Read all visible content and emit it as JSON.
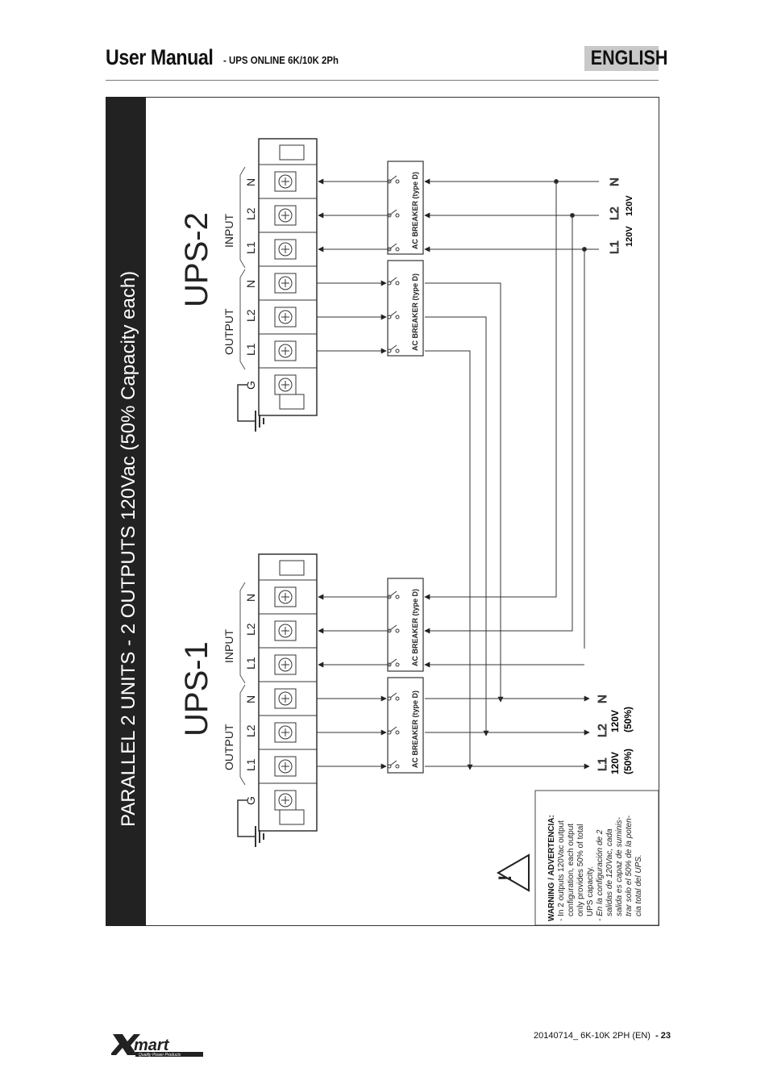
{
  "header": {
    "title": "User Manual",
    "subtitle": "-  UPS ONLINE 6K/10K 2Ph",
    "language": "ENGLISH"
  },
  "diagram": {
    "title": "PARALLEL 2 UNITS - 2 OUTPUTS 120Vac (50% Capacity each)",
    "ups1_label": "UPS-1",
    "ups2_label": "UPS-2",
    "output_group": "OUTPUT",
    "input_group": "INPUT",
    "terminal_g": "G",
    "terminal_l1": "L1",
    "terminal_l2": "L2",
    "terminal_n": "N",
    "breaker_label": "AC BREAKER (type D)",
    "out_l1_volt": "120V",
    "out_l1_pct": "(50%)",
    "out_l2_volt": "120V",
    "out_l2_pct": "(50%)",
    "in_l1_volt": "120V",
    "in_l2_volt": "120V",
    "warning_title": "WARNING / ADVERTENCIA:",
    "warning_en": [
      "- In 2 outputs 120Vac output",
      "configuration, each output",
      "only provides 50% of total",
      "UPS capacity."
    ],
    "warning_es": [
      "- En la configuración de 2",
      "salidas de 120Vac, cada",
      "salida es capaz de suminis-",
      "trar solo el 50% de la poten-",
      "cia total del UPS."
    ]
  },
  "footer": {
    "brand": "Xmart",
    "tagline": "Quality Power Products",
    "code": "20140714_ 6K-10K 2PH (EN)",
    "page": "- 23"
  }
}
